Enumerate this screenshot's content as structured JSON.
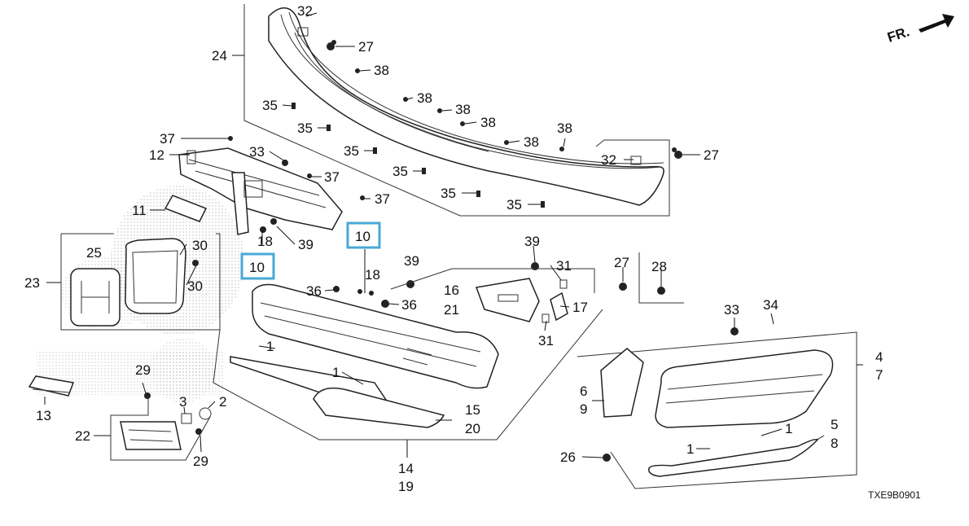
{
  "diagram": {
    "orientation_label": "FR.",
    "drawing_code": "TXE9B0901",
    "highlight_color": "#4aa8d6",
    "labels": {
      "upper_grille_top_clip": "32",
      "upper_grille_bolt_left": "27",
      "upper_grille": "24",
      "upper_clip_a": "38",
      "upper_clip_b": "38",
      "upper_clip_c": "38",
      "upper_clip_d": "38",
      "upper_clip_e": "38",
      "upper_clip_f": "38",
      "upper_side_clip": "32",
      "upper_bolt_right": "27",
      "pin_a": "35",
      "pin_b": "35",
      "pin_c": "35",
      "pin_d": "35",
      "pin_e": "35",
      "pin_f": "35",
      "bracket_screw_top": "37",
      "bracket": "12",
      "bracket_nut": "33",
      "bracket_screw_mid": "37",
      "bracket_screw_right": "37",
      "emblem_cover": "11",
      "emblem_group": "23",
      "emblem": "25",
      "emblem_screw_a": "30",
      "emblem_screw_b": "30",
      "bracket_clip_18a": "18",
      "bracket_clip_39a": "39",
      "lower_screw_10a": "10",
      "lower_screw_10b": "10",
      "lower_clip_18b": "18",
      "lower_clip_39b": "39",
      "lower_clip_36a": "36",
      "lower_clip_36b": "36",
      "plate_a": "16",
      "plate_b": "21",
      "bracket_39c": "39",
      "bracket_31a": "31",
      "bracket_31b": "31",
      "bracket_17": "17",
      "bolt_27c": "27",
      "bolt_28": "28",
      "nut_33b": "33",
      "clip_34": "34",
      "side_assy_4": "4",
      "side_assy_7": "7",
      "side_cover_6": "6",
      "side_cover_9": "9",
      "molding_5": "5",
      "molding_8": "8",
      "side_clip_1a": "1",
      "side_clip_1b": "1",
      "bolt_26": "26",
      "lower_molding_15": "15",
      "lower_molding_20": "20",
      "clip_1c": "1",
      "clip_1d": "1",
      "assy_14": "14",
      "assy_19": "19",
      "sensor_13": "13",
      "screw_29a": "29",
      "screw_29b": "29",
      "light_22": "22",
      "bulb_3": "3",
      "socket_2": "2"
    }
  }
}
